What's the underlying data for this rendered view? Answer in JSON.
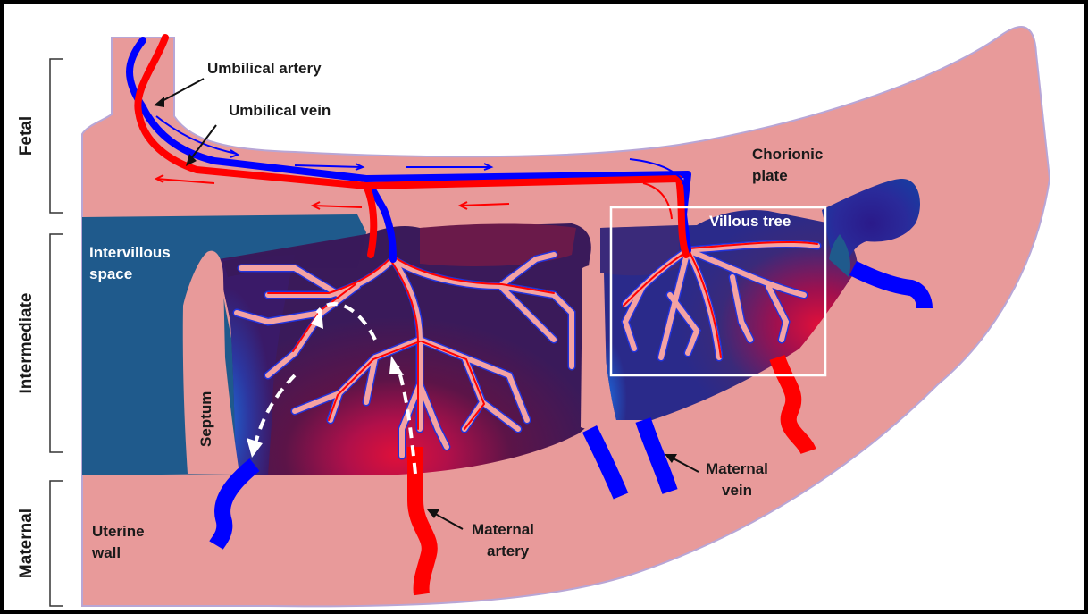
{
  "diagram": {
    "region_labels": {
      "fetal": "Fetal",
      "intermediate": "Intermediate",
      "maternal": "Maternal"
    },
    "labels": {
      "umbilical_artery": "Umbilical artery",
      "umbilical_vein": "Umbilical vein",
      "chorionic_plate_line1": "Chorionic",
      "chorionic_plate_line2": "plate",
      "villous_tree": "Villous tree",
      "intervillous_line1": "Intervillous",
      "intervillous_line2": "space",
      "septum": "Septum",
      "uterine_line1": "Uterine",
      "uterine_line2": "wall",
      "maternal_artery_line1": "Maternal",
      "maternal_artery_line2": "artery",
      "maternal_vein_line1": "Maternal",
      "maternal_vein_line2": "vein"
    },
    "colors": {
      "tissue": "#e89a9a",
      "tissue_edge": "#b8a6d6",
      "space": "#1f5a8c",
      "artery_red": "#ff0000",
      "vein_blue": "#0000ff",
      "villus_fill": "#f4a3a3",
      "villus_outline": "#2233dd",
      "border": "#000000"
    }
  }
}
